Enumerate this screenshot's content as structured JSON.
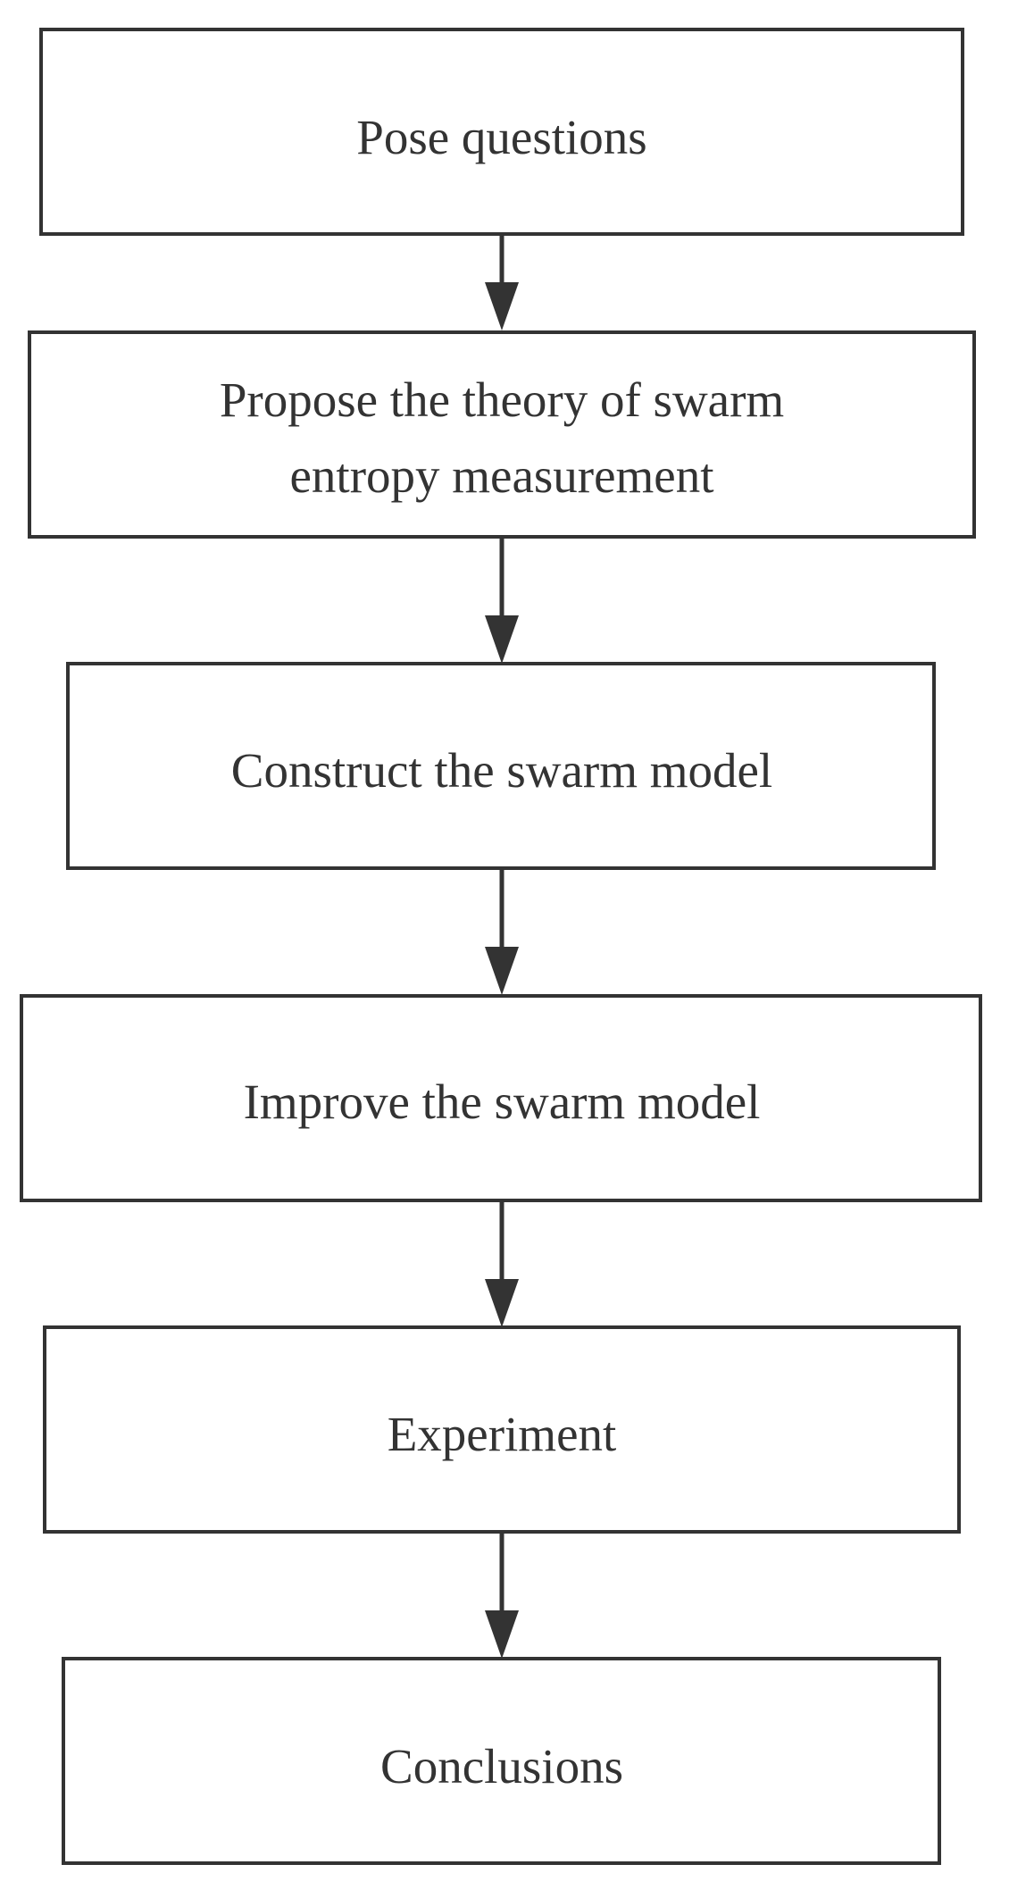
{
  "steps": [
    {
      "label_lines": [
        "Pose questions"
      ]
    },
    {
      "label_lines": [
        "Propose the theory of swarm",
        "entropy measurement"
      ]
    },
    {
      "label_lines": [
        "Construct the swarm model"
      ]
    },
    {
      "label_lines": [
        "Improve the swarm model"
      ]
    },
    {
      "label_lines": [
        "Experiment"
      ]
    },
    {
      "label_lines": [
        "Conclusions"
      ]
    }
  ],
  "colors": {
    "stroke": "#333333",
    "text": "#333333",
    "background": "#ffffff"
  }
}
